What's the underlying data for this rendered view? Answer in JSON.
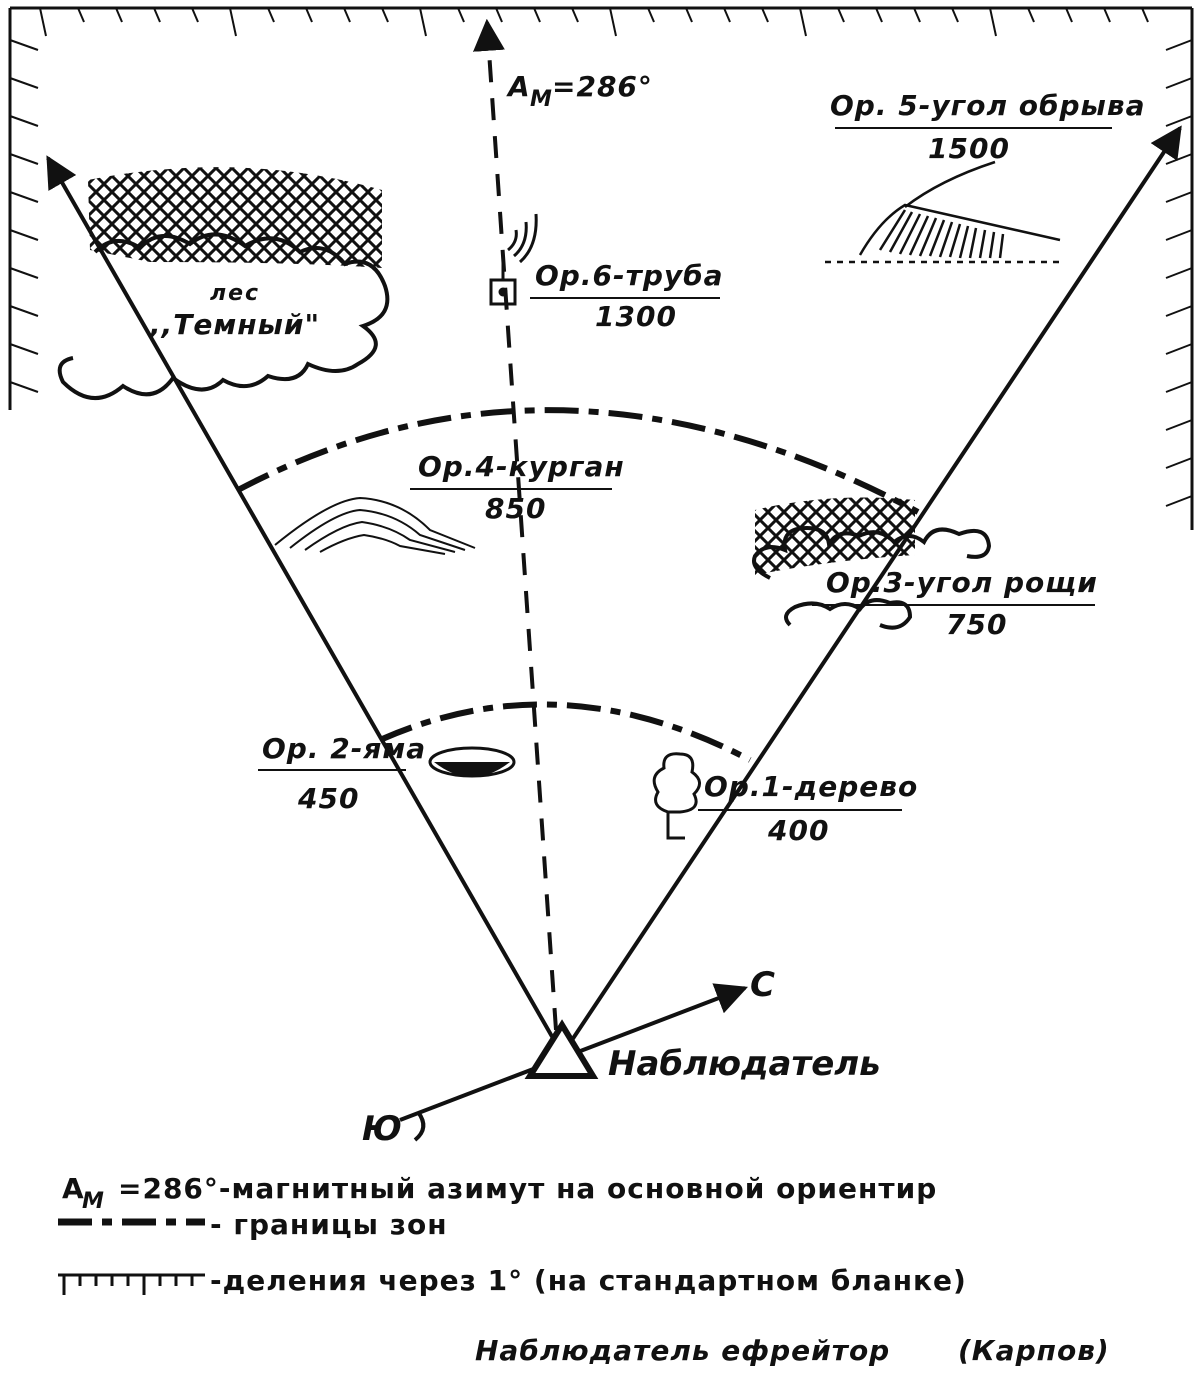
{
  "azimuth_label": "A",
  "azimuth_sub": "M",
  "azimuth_value": "=286°",
  "landmarks": {
    "or5": {
      "name": "Ор. 5-угол обрыва",
      "distance": "1500"
    },
    "or6": {
      "name": "Ор.6-труба",
      "distance": "1300"
    },
    "forest": {
      "line1": "лес",
      "line2": ",,Темный\""
    },
    "or4": {
      "name": "Ор.4-курган",
      "distance": "850"
    },
    "or3": {
      "name": "Ор.3-угол рощи",
      "distance": "750"
    },
    "or2": {
      "name": "Ор. 2-яма",
      "distance": "450"
    },
    "or1": {
      "name": "Ор.1-дерево",
      "distance": "400"
    }
  },
  "compass": {
    "north": "С",
    "south": "Ю"
  },
  "observer_label": "Наблюдатель",
  "legend": {
    "azimuth_prefix": "A",
    "azimuth_sub": "M",
    "azimuth_text": "=286°-магнитный азимут на основной ориентир",
    "zones_text": "- границы зон",
    "divisions_text": "-деления через 1° (на стандартном бланке)"
  },
  "signature": {
    "rank": "Наблюдатель ефрейтор",
    "name": "(Карпов)"
  }
}
